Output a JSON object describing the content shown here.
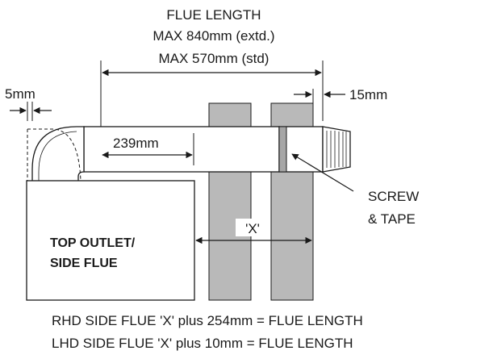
{
  "title": {
    "line1": "FLUE LENGTH",
    "line2": "MAX 840mm (extd.)",
    "line3": "MAX 570mm (std)"
  },
  "dimensions": {
    "gap": "5mm",
    "end": "15mm",
    "inner": "239mm",
    "wall": "'X'"
  },
  "callouts": {
    "screw_line1": "SCREW",
    "screw_line2": "& TAPE"
  },
  "box": {
    "line1": "TOP OUTLET/",
    "line2": "SIDE FLUE"
  },
  "notes": {
    "rhd": "RHD SIDE FLUE 'X' plus 254mm = FLUE LENGTH",
    "lhd": "LHD SIDE FLUE 'X' plus 10mm = FLUE LENGTH"
  }
}
